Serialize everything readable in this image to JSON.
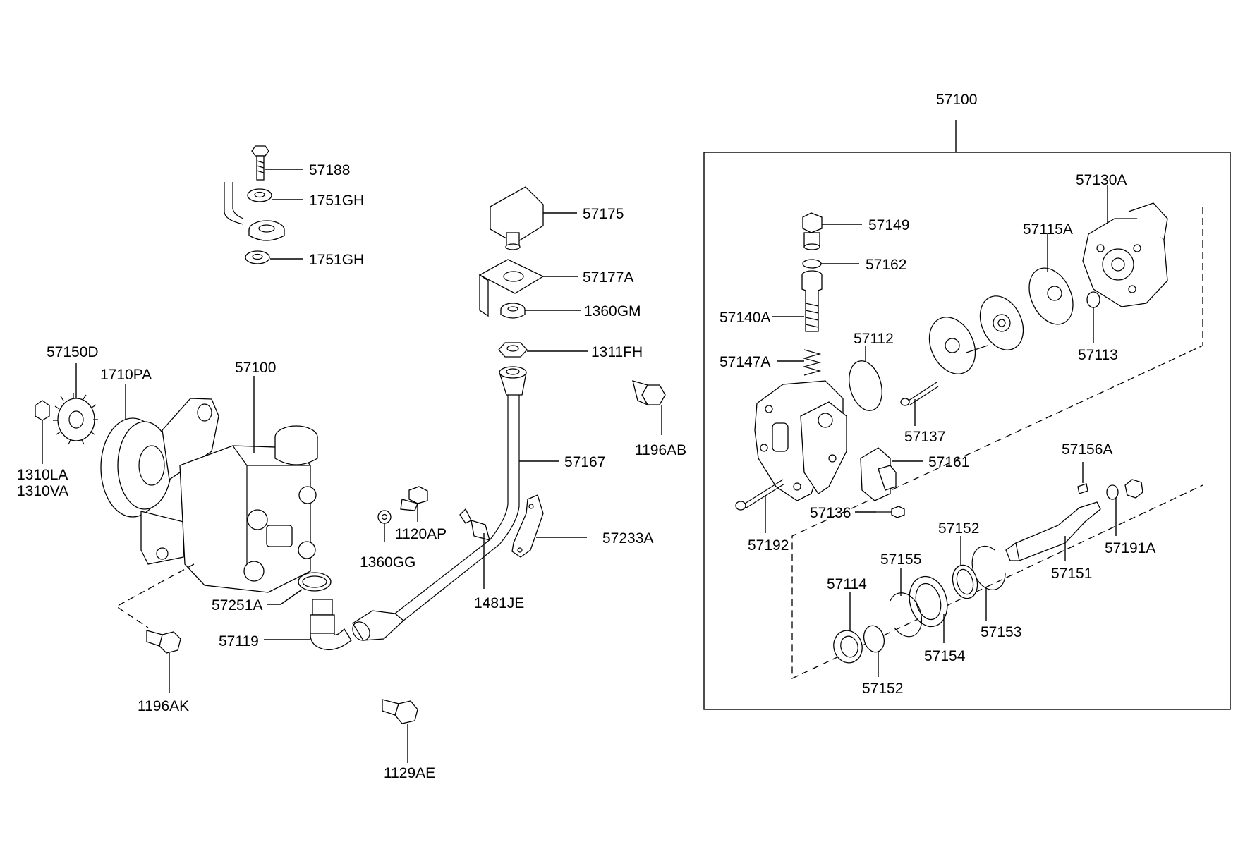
{
  "labels": {
    "p57100_top": "57100",
    "p57188": "57188",
    "p1751GH_a": "1751GH",
    "p1751GH_b": "1751GH",
    "p57175": "57175",
    "p57177A": "57177A",
    "p1360GM": "1360GM",
    "p1311FH": "1311FH",
    "p57150D": "57150D",
    "p1710PA": "1710PA",
    "p57100_left": "57100",
    "p1310LA": "1310LA",
    "p1310VA": "1310VA",
    "p1196AB": "1196AB",
    "p57167": "57167",
    "p1120AP": "1120AP",
    "p1360GG": "1360GG",
    "p57233A": "57233A",
    "p57251A": "57251A",
    "p1481JE": "1481JE",
    "p57119": "57119",
    "p1196AK": "1196AK",
    "p1129AE": "1129AE",
    "p57130A": "57130A",
    "p57149": "57149",
    "p57115A": "57115A",
    "p57162": "57162",
    "p57140A": "57140A",
    "p57112": "57112",
    "p57113": "57113",
    "p57147A": "57147A",
    "p57137": "57137",
    "p57156A": "57156A",
    "p57161": "57161",
    "p57192": "57192",
    "p57136": "57136",
    "p57191A": "57191A",
    "p57152_a": "57152",
    "p57155": "57155",
    "p57114": "57114",
    "p57151": "57151",
    "p57153": "57153",
    "p57154": "57154",
    "p57152_b": "57152"
  }
}
